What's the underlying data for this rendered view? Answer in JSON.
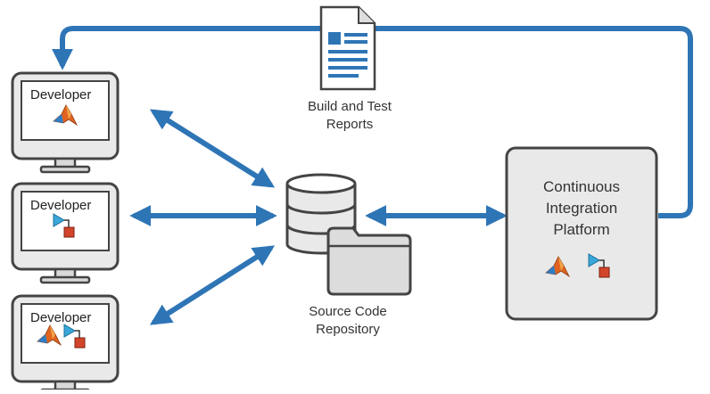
{
  "developers": [
    {
      "label": "Developer",
      "icons": [
        "matlab-logo-icon"
      ]
    },
    {
      "label": "Developer",
      "icons": [
        "simulink-block-icon"
      ]
    },
    {
      "label": "Developer",
      "icons": [
        "matlab-logo-icon",
        "simulink-block-icon"
      ]
    }
  ],
  "reports": {
    "line1": "Build and Test",
    "line2": "Reports",
    "icon": "document-icon"
  },
  "repository": {
    "line1": "Source Code",
    "line2": "Repository",
    "icons": [
      "database-icon",
      "folder-icon"
    ]
  },
  "ci_platform": {
    "line1": "Continuous",
    "line2": "Integration",
    "line3": "Platform",
    "icons": [
      "matlab-logo-icon",
      "simulink-block-icon"
    ]
  },
  "colors": {
    "arrow": "#2e75b6",
    "outline": "#444444",
    "fill": "#e9e9e9",
    "matlab_orange": "#e0641f",
    "simulink_blue": "#3aa7d9",
    "simulink_red": "#d2452a"
  }
}
